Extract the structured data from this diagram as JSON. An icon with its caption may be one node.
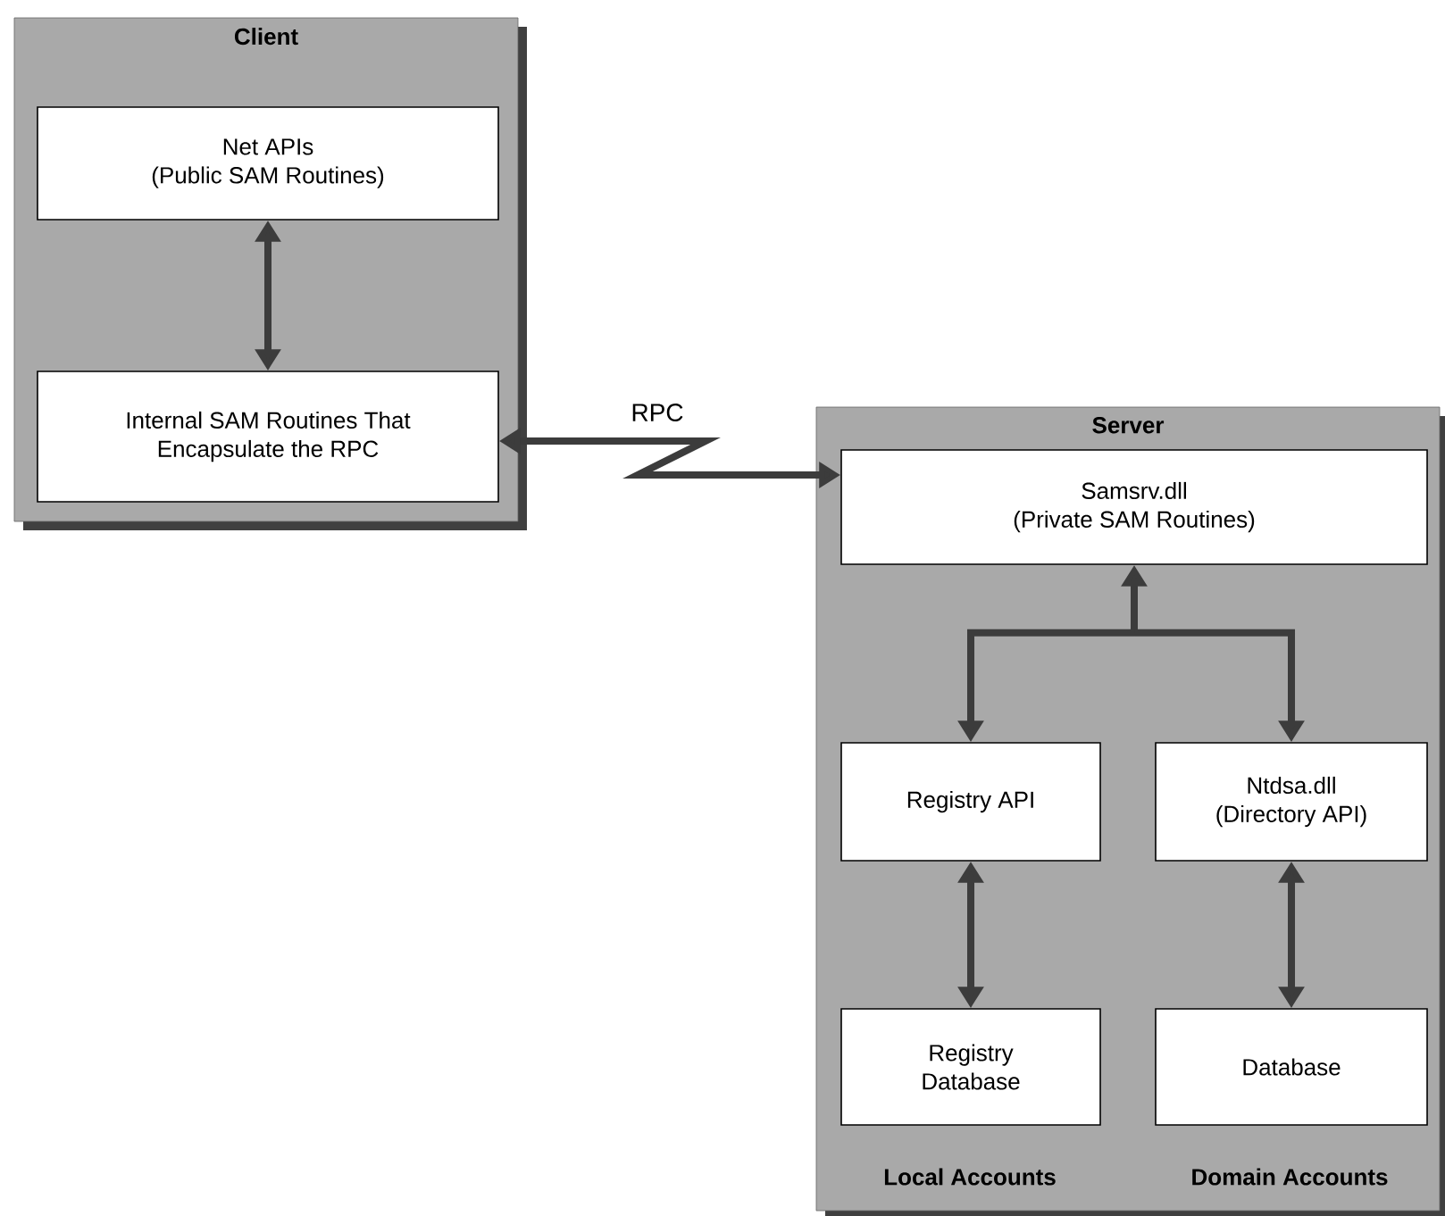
{
  "diagram": {
    "nodes": [
      {
        "text": [
          "Client"
        ]
      },
      {
        "text": [
          "Net APIs",
          "(Public SAM Routines)"
        ],
        "in": 0
      },
      {
        "text": [
          "Internal SAM Routines That Encapsulate the RPC"
        ],
        "in": 0
      },
      {
        "text": [
          "Server"
        ]
      },
      {
        "text": [
          "Samsrv.dll",
          "(Private SAM Routines)"
        ],
        "in": 3
      },
      {
        "text": [
          "Registry API"
        ],
        "in": 3
      },
      {
        "text": [
          "Ntdsa.dll",
          "(Directory API)"
        ],
        "in": 3
      },
      {
        "text": [
          "Registry Database"
        ],
        "in": 3
      },
      {
        "text": [
          "Database"
        ],
        "in": 3
      }
    ],
    "edges": [
      {
        "from": 1,
        "to": 2,
        "arrow": "both"
      },
      {
        "from": 2,
        "to": 4,
        "arrow": "both",
        "label": "RPC"
      },
      {
        "from": 4,
        "to": 5,
        "arrow": "both"
      },
      {
        "from": 4,
        "to": 6,
        "arrow": "both"
      },
      {
        "from": 5,
        "to": 7,
        "arrow": "both"
      },
      {
        "from": 6,
        "to": 8,
        "arrow": "both"
      }
    ],
    "labels": [
      "Local Accounts",
      "Domain Accounts"
    ]
  }
}
